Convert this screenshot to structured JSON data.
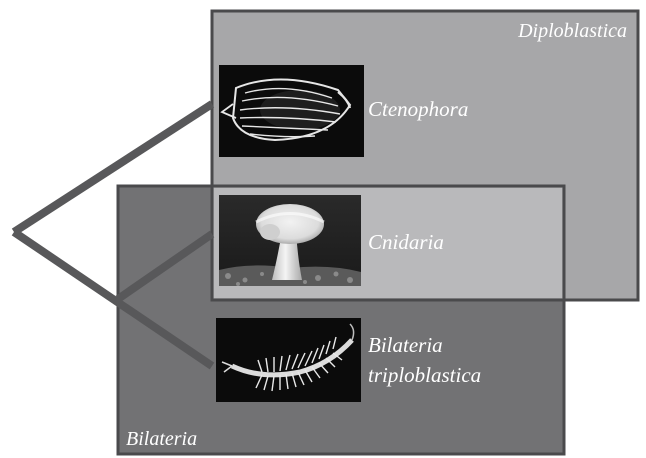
{
  "groups": {
    "diploblastica": "Diploblastica",
    "bilateria": "Bilateria"
  },
  "taxa": {
    "ctenophora": "Ctenophora",
    "cnidaria": "Cnidaria",
    "bilateria_line1": "Bilateria",
    "bilateria_line2": "triploblastica"
  },
  "colors": {
    "diploblastica_fill": "#a7a7a9",
    "bilateria_fill": "#727274",
    "overlap_fill": "#b9b9bb",
    "frame_stroke": "#4a4a4c",
    "tree_stroke": "#58585a",
    "label_text": "#ffffff",
    "photo_bg": "#0b0b0b"
  },
  "images": {
    "ctenophora": "comb-jelly-photo",
    "cnidaria": "sea-anemone-photo",
    "bilateria": "marine-worm-photo"
  }
}
